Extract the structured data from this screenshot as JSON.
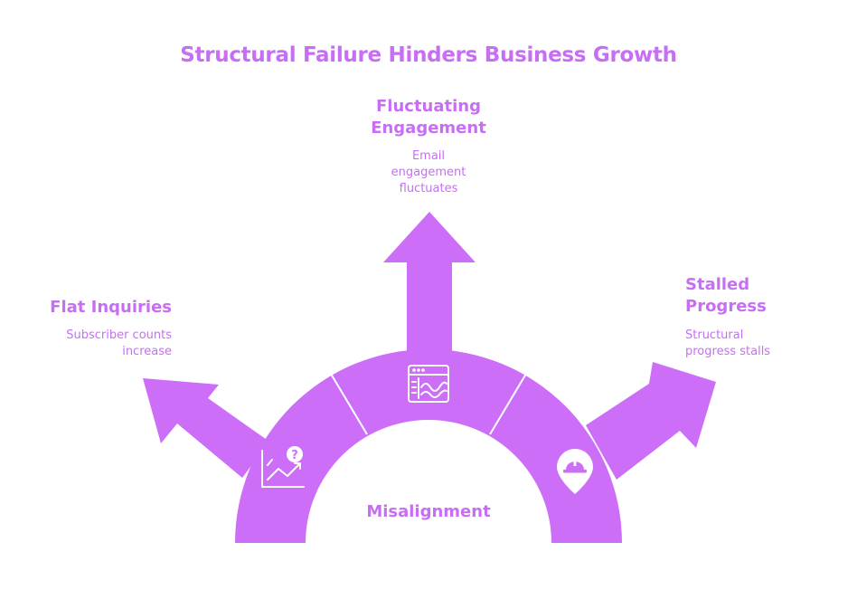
{
  "title": "Structural Failure Hinders Business Growth",
  "center_label": "Misalignment",
  "branches": {
    "left": {
      "heading": "Flat Inquiries",
      "description_line1": "Subscriber counts",
      "description_line2": "increase",
      "icon": "chart-question-icon"
    },
    "top": {
      "heading_line1": "Fluctuating",
      "heading_line2": "Engagement",
      "description_line1": "Email",
      "description_line2": "engagement",
      "description_line3": "fluctuates",
      "icon": "dashboard-waves-icon"
    },
    "right": {
      "heading_line1": "Stalled",
      "heading_line2": "Progress",
      "description_line1": "Structural",
      "description_line2": "progress stalls",
      "icon": "hardhat-pin-icon"
    }
  },
  "colors": {
    "accent": "#c76ef5",
    "shape": "#cc6ef8",
    "background": "#ffffff"
  }
}
